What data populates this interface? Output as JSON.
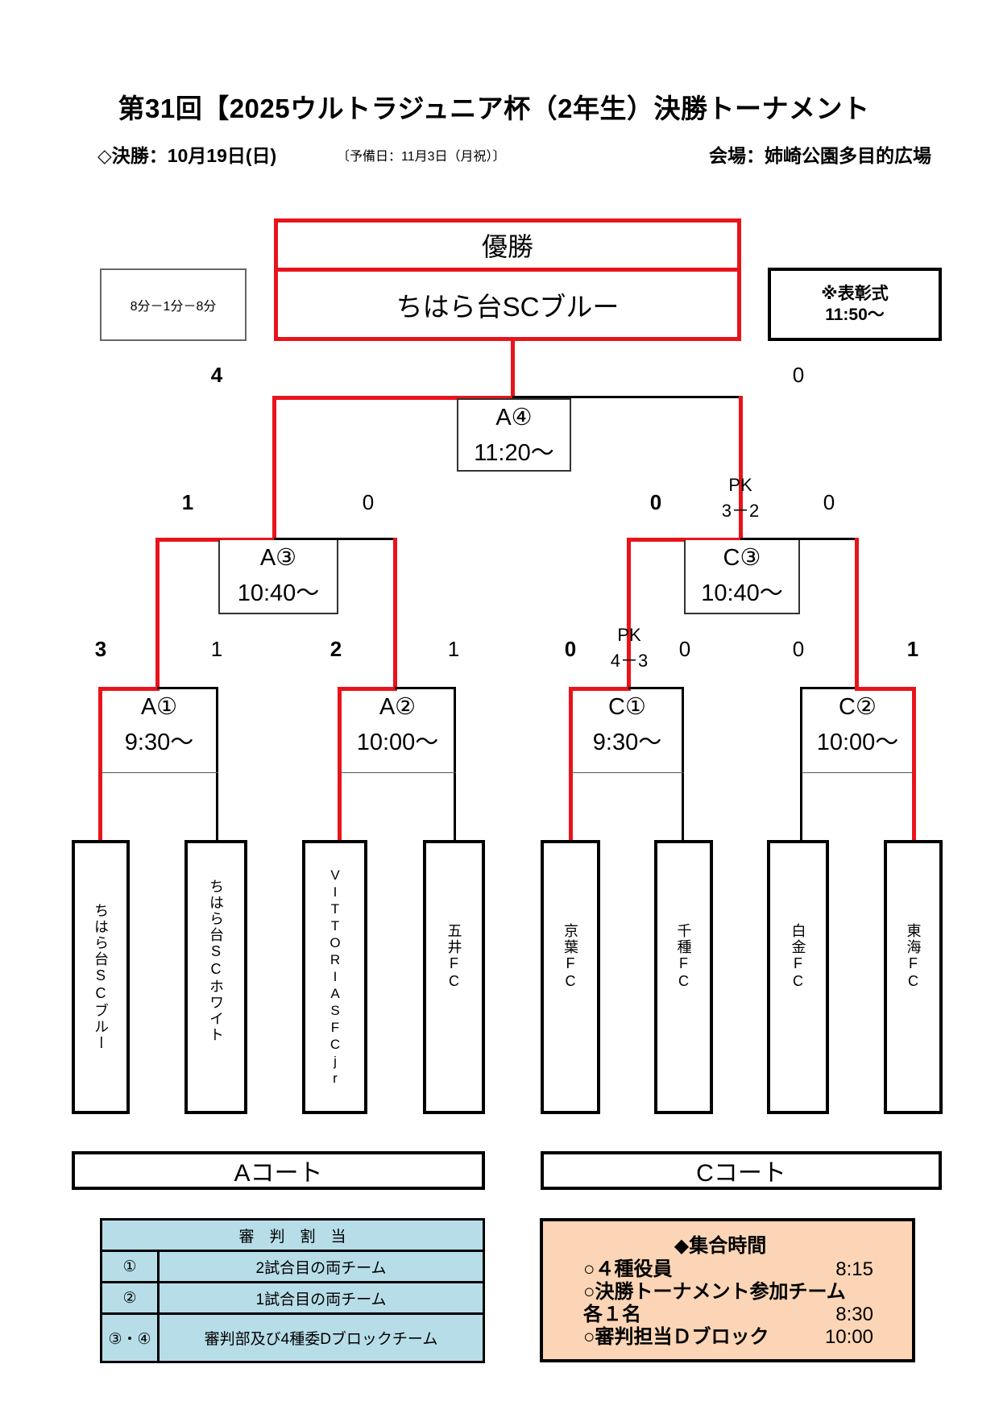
{
  "header": {
    "title": "第31回【2025ウルトラジュニア杯（2年生）決勝トーナメント",
    "final_date": "◇決勝：10月19日(日)",
    "reserve_date": "〔予備日：11月3日（月祝）〕",
    "venue": "会場：姉崎公園多目的広場"
  },
  "info": {
    "match_format": "8分－1分－8分",
    "ceremony_label": "※表彰式",
    "ceremony_time": "11:50～"
  },
  "champion": {
    "label": "優勝",
    "team": "ちはら台SCブルー"
  },
  "colors": {
    "winner_line": "#e8141b",
    "referee_table_bg": "#b7dde8",
    "assembly_box_bg": "#fbd5b5"
  },
  "matches": {
    "final": {
      "id": "A④",
      "time": "11:20～",
      "score_left": "4",
      "score_right": "0"
    },
    "semi_a": {
      "id": "A③",
      "time": "10:40～",
      "score_left": "1",
      "score_right": "0"
    },
    "semi_c": {
      "id": "C③",
      "time": "10:40～",
      "score_left": "0",
      "score_right": "0",
      "pk_label": "PK",
      "pk_score": "3－2"
    },
    "qf_a1": {
      "id": "A①",
      "time": "9:30～",
      "score_left": "3",
      "score_right": "1"
    },
    "qf_a2": {
      "id": "A②",
      "time": "10:00～",
      "score_left": "2",
      "score_right": "1"
    },
    "qf_c1": {
      "id": "C①",
      "time": "9:30～",
      "score_left": "0",
      "score_right": "0",
      "pk_label": "PK",
      "pk_score": "4－3"
    },
    "qf_c2": {
      "id": "C②",
      "time": "10:00～",
      "score_left": "0",
      "score_right": "1"
    }
  },
  "teams": [
    "ちはら台SCブルー",
    "ちはら台SCホワイト",
    "VITTORIASFCjr",
    "五井FC",
    "京葉FC",
    "千種FC",
    "白金FC",
    "東海FC"
  ],
  "courts": {
    "a": "Aコート",
    "c": "Cコート"
  },
  "referee": {
    "title": "審　判　割　当",
    "rows": [
      {
        "match": "①",
        "assignment": "2試合目の両チーム"
      },
      {
        "match": "②",
        "assignment": "1試合目の両チーム"
      },
      {
        "match": "③・④",
        "assignment": "審判部及び4種委Dブロックチーム"
      }
    ]
  },
  "assembly": {
    "title": "◆集合時間",
    "rows": [
      {
        "label": "○４種役員",
        "time": "8:15"
      },
      {
        "label": "○決勝トーナメント参加チーム",
        "time": ""
      },
      {
        "label": "各１名",
        "time": "8:30"
      },
      {
        "label": "○審判担当Ｄブロック",
        "time": "10:00"
      }
    ]
  }
}
